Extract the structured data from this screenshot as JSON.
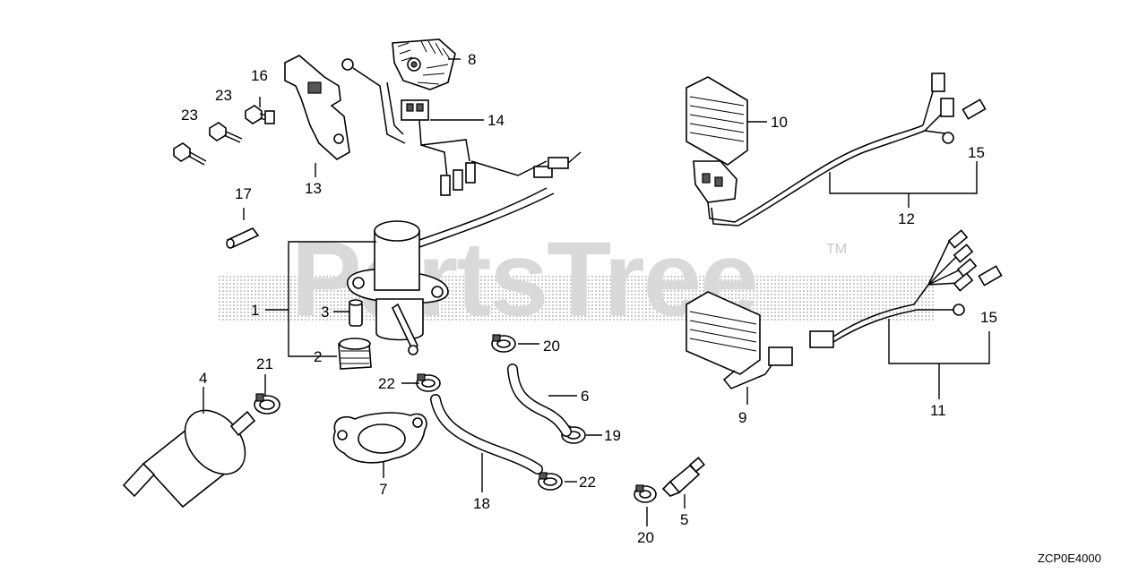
{
  "watermark": {
    "brand": "PartsTree",
    "trademark": "TM"
  },
  "diagram_code": "ZCP0E4000",
  "callouts": {
    "c1": "1",
    "c2": "2",
    "c3": "3",
    "c4": "4",
    "c5": "5",
    "c6": "6",
    "c7": "7",
    "c8": "8",
    "c9": "9",
    "c10": "10",
    "c11": "11",
    "c12": "12",
    "c13": "13",
    "c14": "14",
    "c15a": "15",
    "c15b": "15",
    "c16": "16",
    "c17": "17",
    "c18": "18",
    "c19": "19",
    "c20a": "20",
    "c20b": "20",
    "c21": "21",
    "c22a": "22",
    "c22b": "22",
    "c23a": "23",
    "c23b": "23"
  }
}
